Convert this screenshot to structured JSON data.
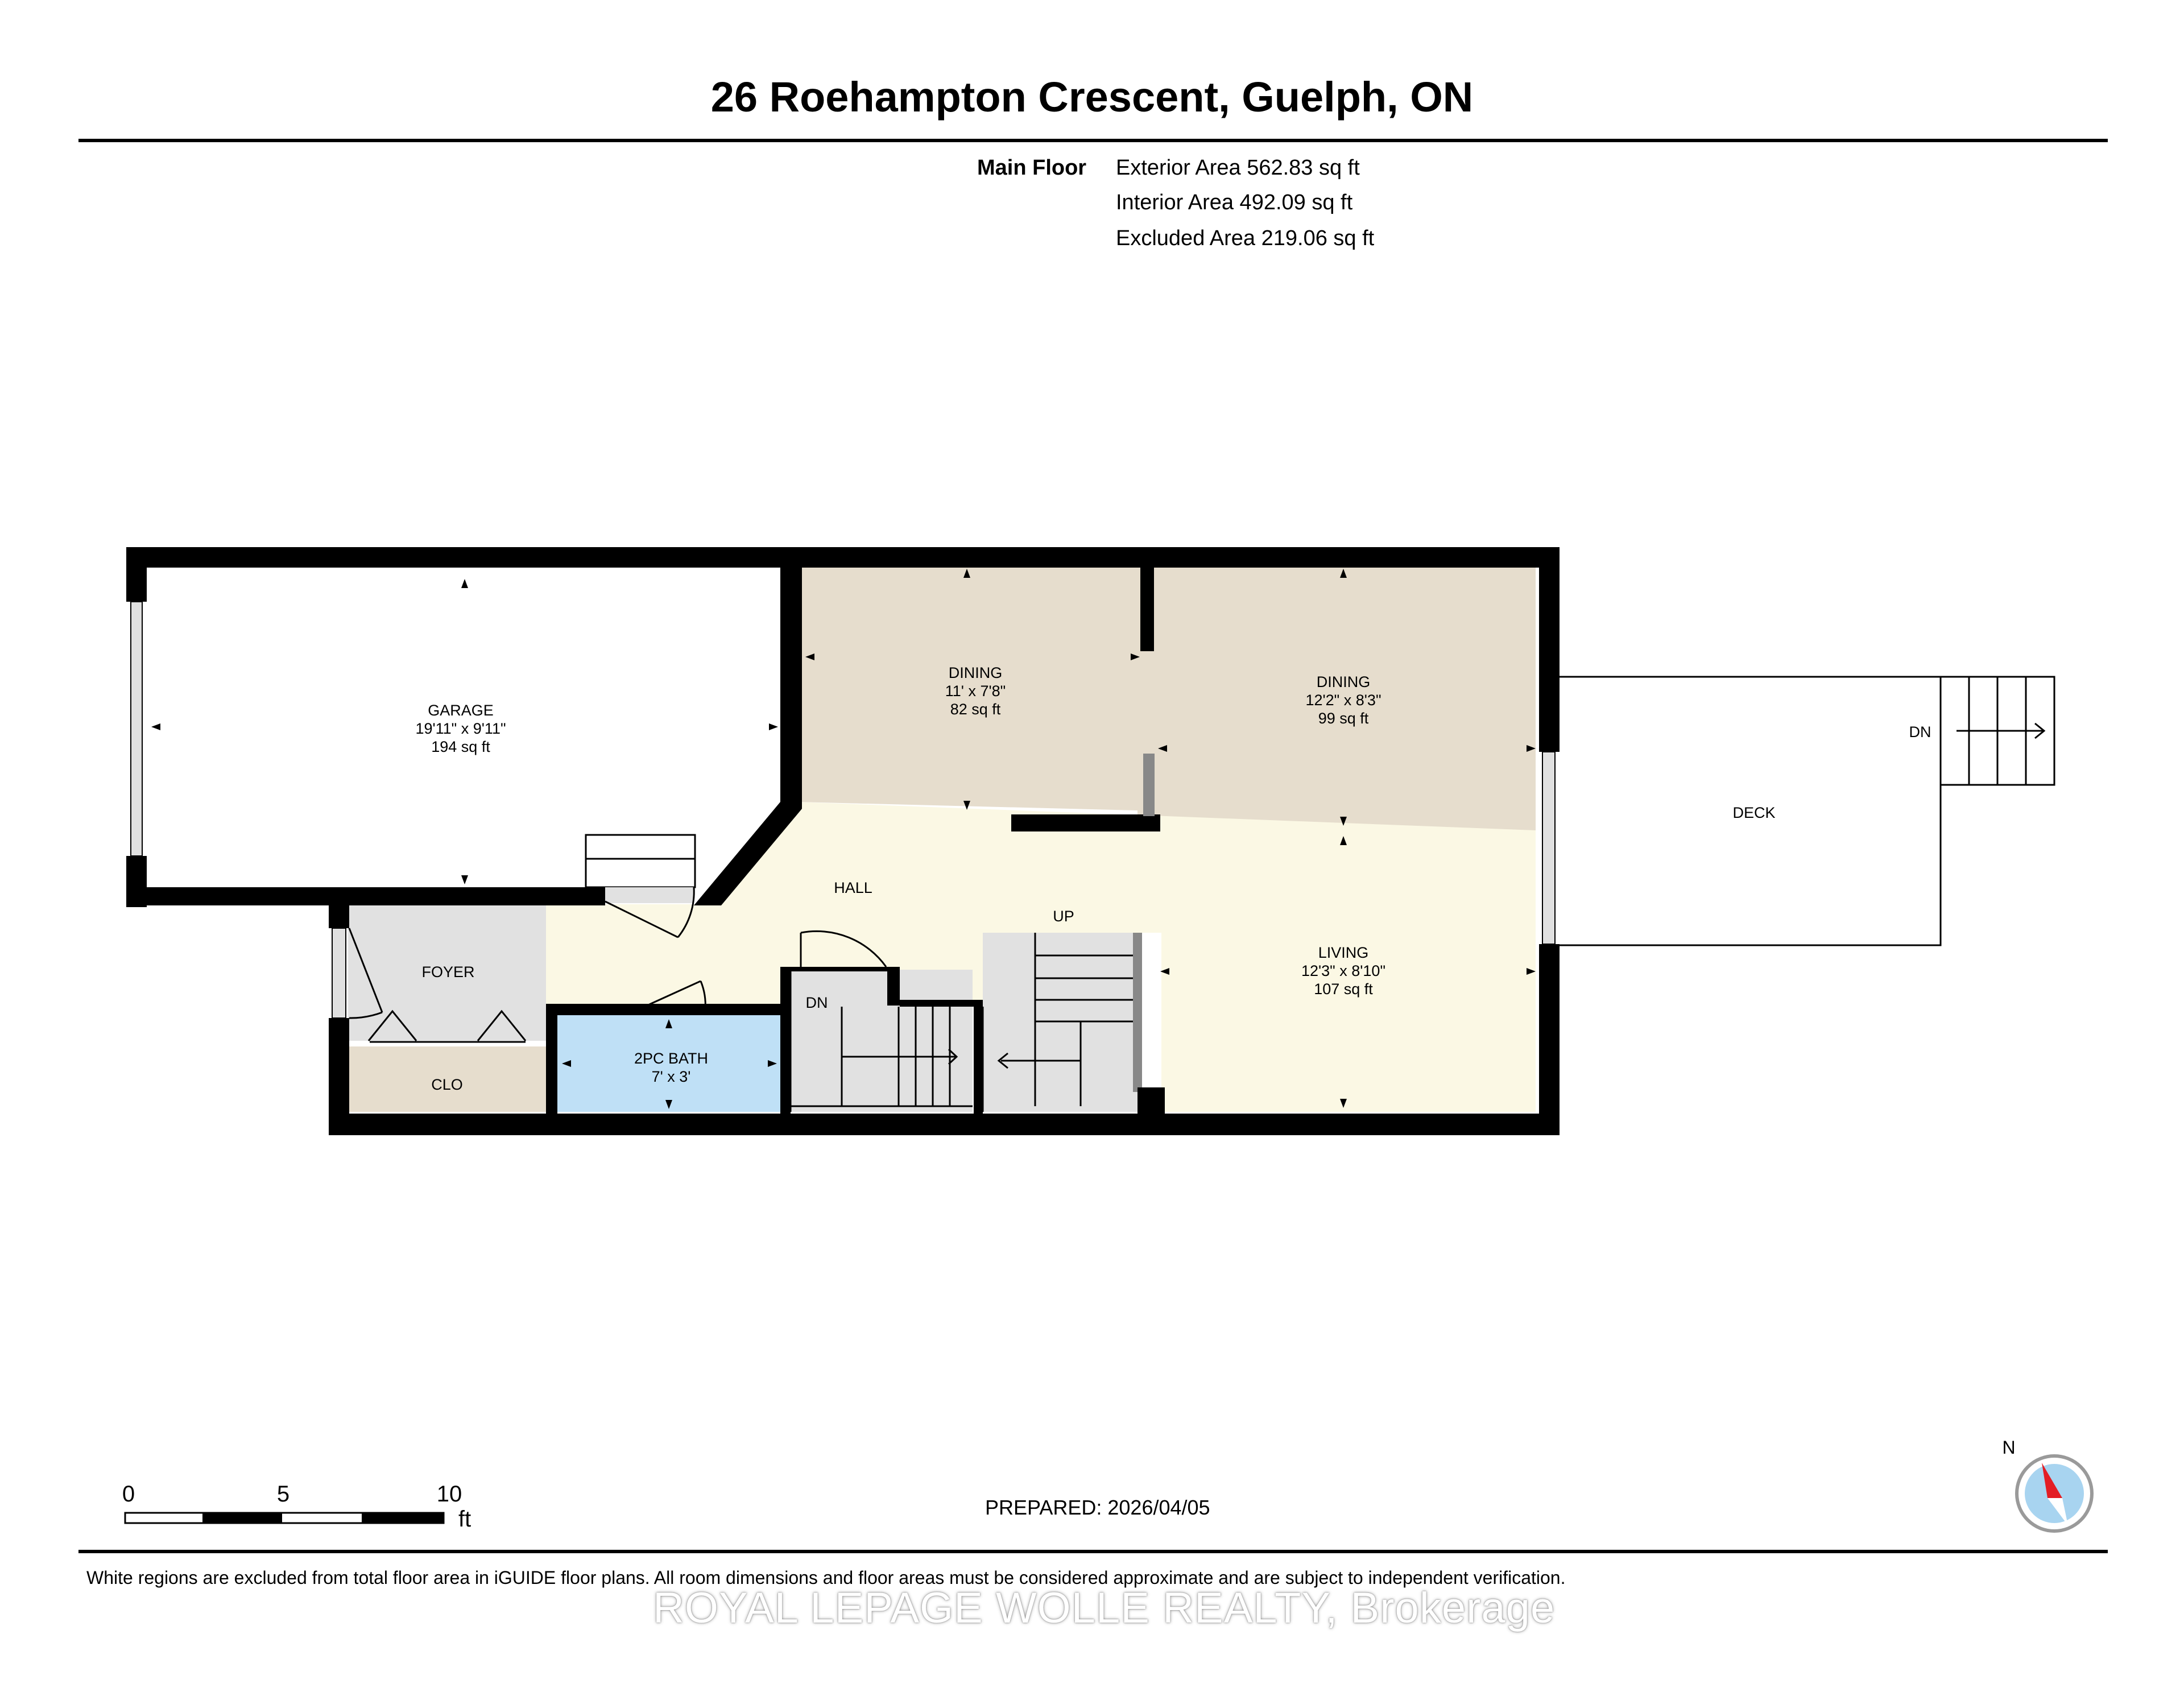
{
  "header": {
    "title": "26 Roehampton Crescent, Guelph, ON",
    "floor_label": "Main Floor",
    "exterior_area": "Exterior Area 562.83 sq ft",
    "interior_area": "Interior Area 492.09 sq ft",
    "excluded_area": "Excluded Area 219.06 sq ft"
  },
  "rooms": {
    "garage": {
      "name": "GARAGE",
      "dims": "19'11\" x 9'11\"",
      "area": "194 sq ft"
    },
    "dining_left": {
      "name": "DINING",
      "dims": "11' x 7'8\"",
      "area": "82 sq ft"
    },
    "dining_right": {
      "name": "DINING",
      "dims": "12'2\" x 8'3\"",
      "area": "99 sq ft"
    },
    "living": {
      "name": "LIVING",
      "dims": "12'3\" x 8'10\"",
      "area": "107 sq ft"
    },
    "bath": {
      "name": "2PC BATH",
      "dims": "7' x 3'"
    },
    "hall": {
      "name": "HALL"
    },
    "foyer": {
      "name": "FOYER"
    },
    "closet": {
      "name": "CLO"
    },
    "deck": {
      "name": "DECK"
    },
    "stair_up": "UP",
    "stair_down": "DN",
    "deck_stair_down": "DN"
  },
  "scale_bar": {
    "labels": [
      "0",
      "5",
      "10"
    ],
    "unit": "ft"
  },
  "compass": {
    "north_label": "N"
  },
  "footer": {
    "prepared": "PREPARED: 2026/04/05",
    "disclaimer": "White regions are excluded from total floor area in iGUIDE floor plans. All room dimensions and floor areas must be considered approximate and are subject to independent verification.",
    "watermark": "ROYAL LEPAGE WOLLE REALTY, Brokerage"
  },
  "colors": {
    "dining_fill": "#e6ddcd",
    "hall_fill": "#fbf8e4",
    "foyer_fill": "#e1e1e1",
    "bath_fill": "#bfe0f6",
    "closet_fill": "#e6ddcd",
    "stair_fill": "#e1e1e1",
    "wall": "#000000",
    "compass_needle": "#e31d24",
    "compass_fill": "#a8d4f0"
  }
}
